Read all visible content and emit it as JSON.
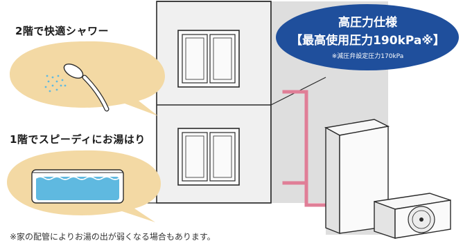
{
  "captions": {
    "second_floor": "2階で快適シャワー",
    "first_floor": "1階でスピーディにお湯はり"
  },
  "badge": {
    "title": "高圧力仕様",
    "subtitle": "【最高使用圧力190kPa※】",
    "note": "※減圧弁設定圧力170kPa"
  },
  "footnote": "※家の配管によりお湯の出が弱くなる場合もあります。",
  "colors": {
    "badge_blue": "#1f4f9c",
    "bubble_fill": "#f3d9a4",
    "pipe_pink": "#e07e97",
    "tub_blue": "#5fb9e0",
    "wall_gray": "#ededed",
    "wall_shade": "#dcdcdc",
    "outline": "#2a2a2a"
  },
  "icons": {
    "shower": "shower-head-icon",
    "bathtub": "bathtub-icon",
    "tank": "water-heater-tank-icon",
    "heat_pump": "heat-pump-unit-icon"
  }
}
